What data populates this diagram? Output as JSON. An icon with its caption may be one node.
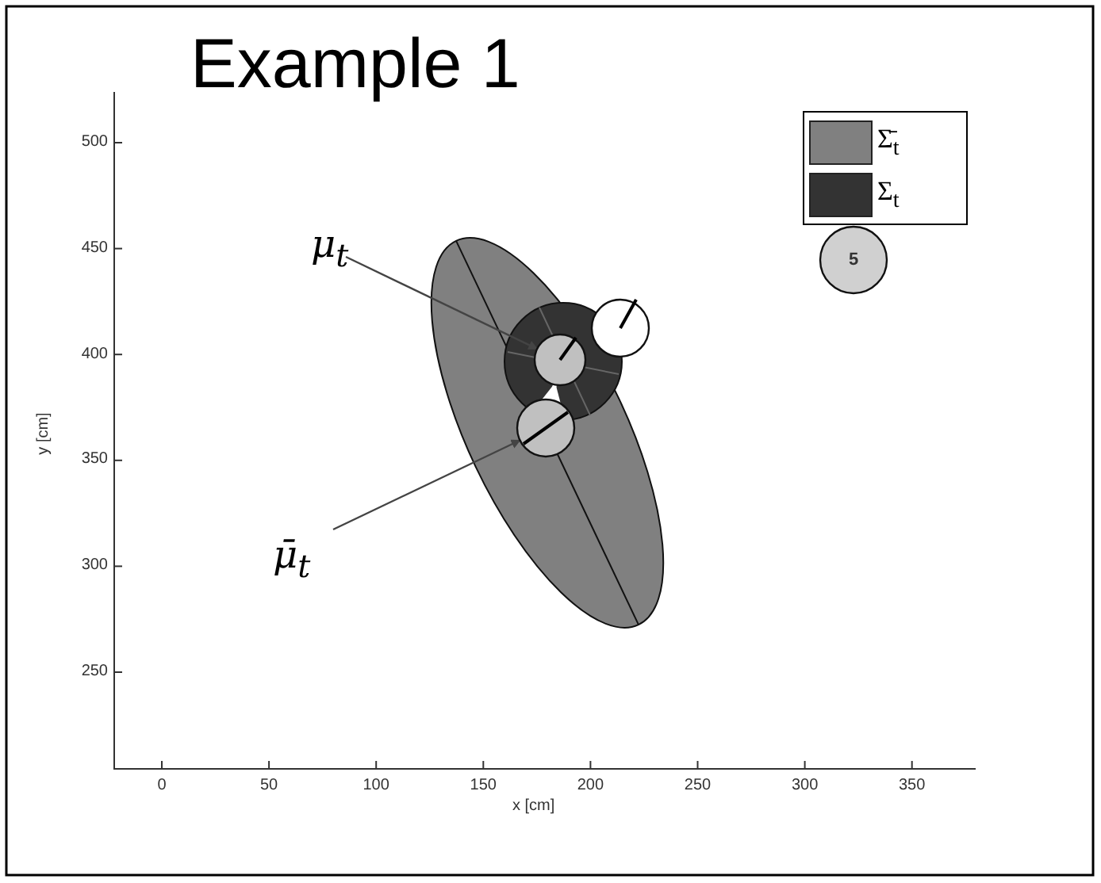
{
  "diagram": {
    "title": "Example 1",
    "nodes": [
      {
        "text": [
          "μ$_{t}$"
        ]
      },
      {
        "text": [
          "μ̄$_{t}$"
        ]
      },
      {
        "text": [],
        "shape": "circle"
      },
      {
        "text": [],
        "shape": "circle"
      },
      {
        "text": [],
        "shape": "circle"
      },
      {
        "text": [
          "5"
        ]
      }
    ],
    "edges": [
      {
        "from": 0,
        "to": 3,
        "arrow": "to"
      },
      {
        "from": 1,
        "to": 2,
        "arrow": "to"
      },
      {
        "from": 2,
        "to": 3,
        "arrow": "to",
        "color": "#ffffff"
      }
    ],
    "labels": [
      "500",
      "450",
      "400",
      "350",
      "300",
      "250",
      "y [cm]",
      "0",
      "50",
      "100",
      "150",
      "200",
      "250",
      "300",
      "350",
      "x [cm]"
    ],
    "legend": [
      {
        "text": "Σ̄$_{t}$",
        "color": "#808080"
      },
      {
        "text": "Σ$_{t}$",
        "color": "#333333"
      }
    ]
  }
}
